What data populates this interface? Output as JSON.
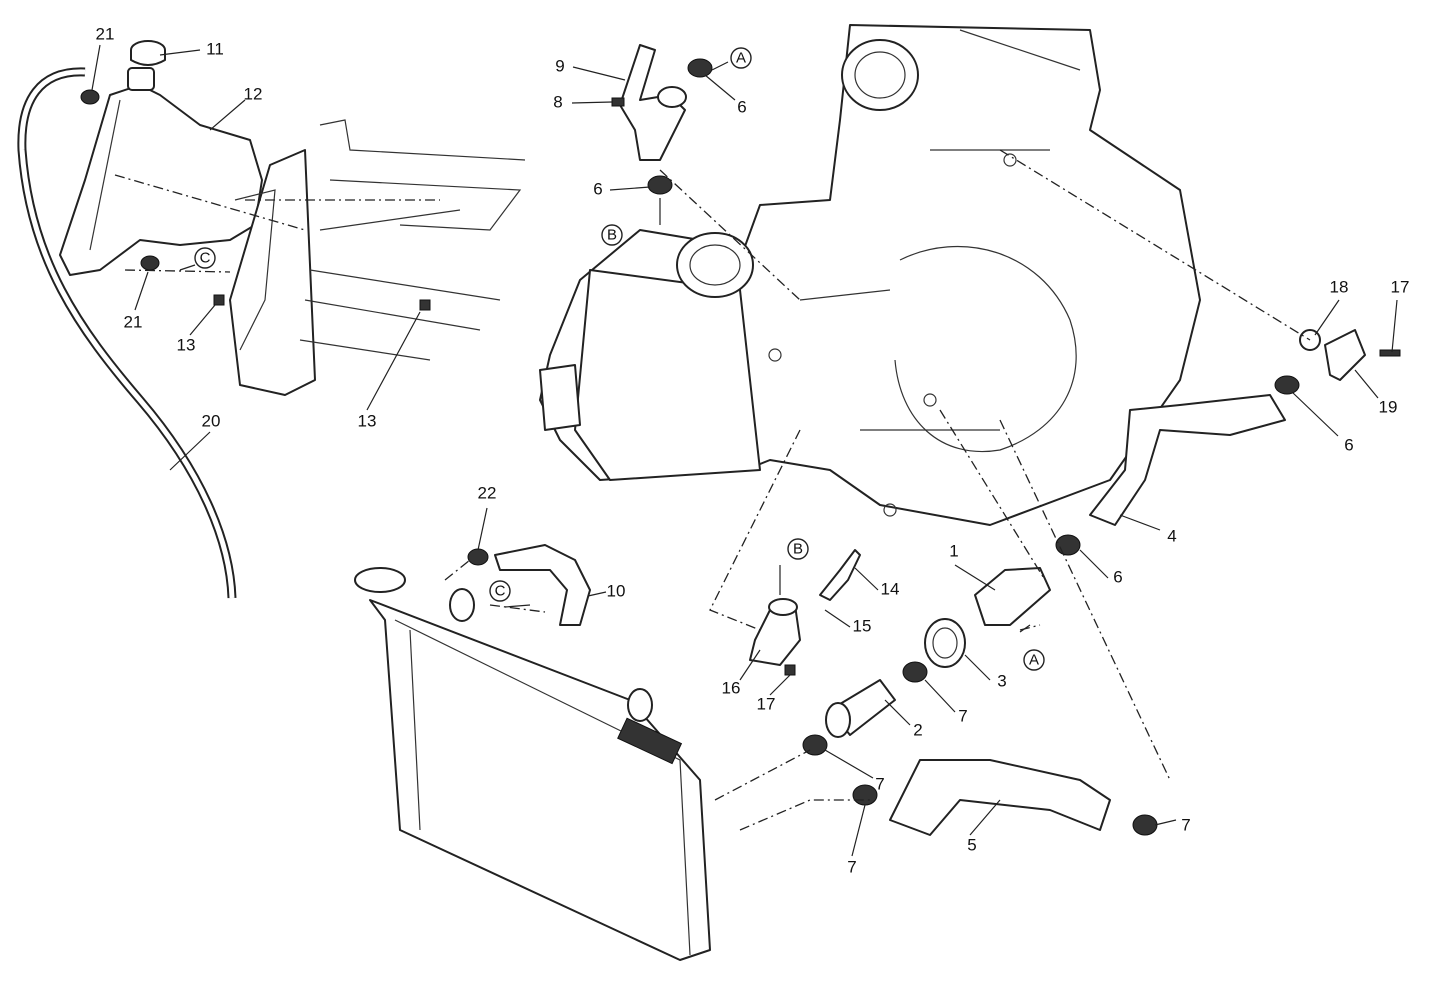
{
  "diagram": {
    "title": "Cooling system exploded view",
    "callouts": {
      "c21a": "21",
      "c11": "11",
      "c12": "12",
      "c9": "9",
      "c8": "8",
      "c6a": "6",
      "c6b": "6",
      "c21b": "21",
      "c13a": "13",
      "c13b": "13",
      "c20": "20",
      "c18": "18",
      "c17a": "17",
      "c19": "19",
      "c6c": "6",
      "c4": "4",
      "c22": "22",
      "c14": "14",
      "c10": "10",
      "c1": "1",
      "c6d": "6",
      "c15": "15",
      "c3": "3",
      "c16": "16",
      "c17b": "17",
      "c7a": "7",
      "c2": "2",
      "c7b": "7",
      "c7c": "7",
      "c5": "5",
      "c7d": "7"
    },
    "refs": {
      "A1": "A",
      "A2": "A",
      "B1": "B",
      "B2": "B",
      "C1": "C",
      "C2": "C"
    }
  }
}
